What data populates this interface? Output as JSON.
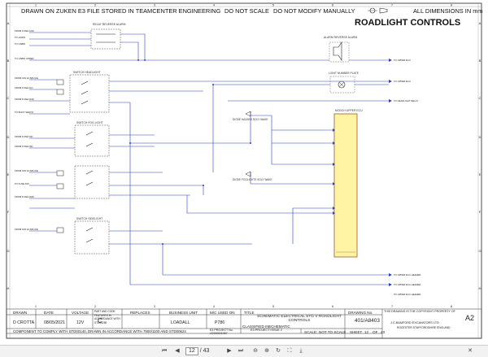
{
  "banner": {
    "drawn_on": "DRAWN ON ZUKEN E3",
    "stored": "FILE STORED IN TEAMCENTER ENGINEERING",
    "do_not_scale": "DO NOT SCALE",
    "do_not_modify": "DO NOT MODIFY MANUALLY",
    "dimensions": "ALL DIMENSIONS IN mm"
  },
  "column_labels": [
    "1",
    "2",
    "3",
    "4",
    "5",
    "6",
    "7",
    "8"
  ],
  "row_labels": [
    "A",
    "B",
    "C",
    "D",
    "E",
    "F",
    "G",
    "H"
  ],
  "title": "ROADLIGHT CONTROLS",
  "components": {
    "alarm_relay": "RELAY REVERSE ALARM",
    "alarm_device": "ALARM REVERSE ALARM",
    "licence_lamp": "LIGHT NUMBER PLATE",
    "ecu": "MODCH UPPER ECU",
    "switch_headlight": "SWITCH HEADLIGHT",
    "switch_foglight": "SWITCH FOG LIGHT",
    "switch_sidelight": "SWITCH SIDELIGHT",
    "diode_hazard": "DIODE HAZARD SOLY WAKE",
    "diode_foglight": "DIODE FOGLIGHTS SOLY WAKE"
  },
  "signals_left": [
    "FROM FUSE F24C",
    "TO HORN",
    "TO CABIN",
    "TO CABIN UPPER",
    "FROM IGN 2A SPLICE",
    "FROM FUSE F1C",
    "FROM FUSE F19C",
    "TO BOOT SERVO",
    "FROM FUSE F9C",
    "FROM FUSE F8C",
    "FROM IGN 2A SPLICE",
    "TO FUSE F2C",
    "FROM FUSE F18C",
    "FROM IGN 2A SPLICE"
  ],
  "signals_right": [
    "TO UPPER ECU",
    "TO UPPER ECU",
    "TO HEADLIGHT RELAY",
    "TO UPPER ECU HEADER",
    "TO UPPER ECU HEADER",
    "TO UPPER ECU HEADER"
  ],
  "title_block": {
    "headers": [
      "DRAWN",
      "DATE",
      "VOLTAGE",
      "PART AND CODE FEATURES IN ACCORDANCE WITH STD00256",
      "REPLACES",
      "BUSINESS UNIT",
      "M/C USED ON",
      "TITLE",
      "DRAWING No."
    ],
    "drawn": "D CROTTA",
    "date": "08/05/2021",
    "voltage": "12V",
    "code": "C",
    "business_unit": "LOADALL",
    "mc_used_on": "P786",
    "title_text": "SCHEMATIC ELECTRICAL STG V ROADLIGHT CONTROLS",
    "classified": "CLASSIFIED IN",
    "classified_value": "SCHEMATIC",
    "drawing_no": "401/A8403",
    "size": "A2",
    "copyright": "THIS DRAWING IS THE COPYRIGHT PROPERTY OF",
    "company": "J.C.BAMFORD EXCAVATORS LTD",
    "location": "ROCESTER   STAFFORDSHIRE   ENGLAND",
    "comply": "COMPONENT TO COMPLY WITH STD00140, DRAWN IN ACCORDANCE WITH 7900/1100 AND STD00624",
    "e3_project_no": "E3 PROJECT No. LD0000/1067",
    "e3_project_issue": "E3 PROJECT ISSUE 2",
    "scale": "SCALE:",
    "scale_value": "NOT TO SCALE",
    "sheet": "SHEET",
    "sheet_no": "12",
    "of": "OF",
    "sheet_total": "43"
  },
  "viewer": {
    "page_current": "12",
    "page_total": "43",
    "page_sep": "/"
  }
}
